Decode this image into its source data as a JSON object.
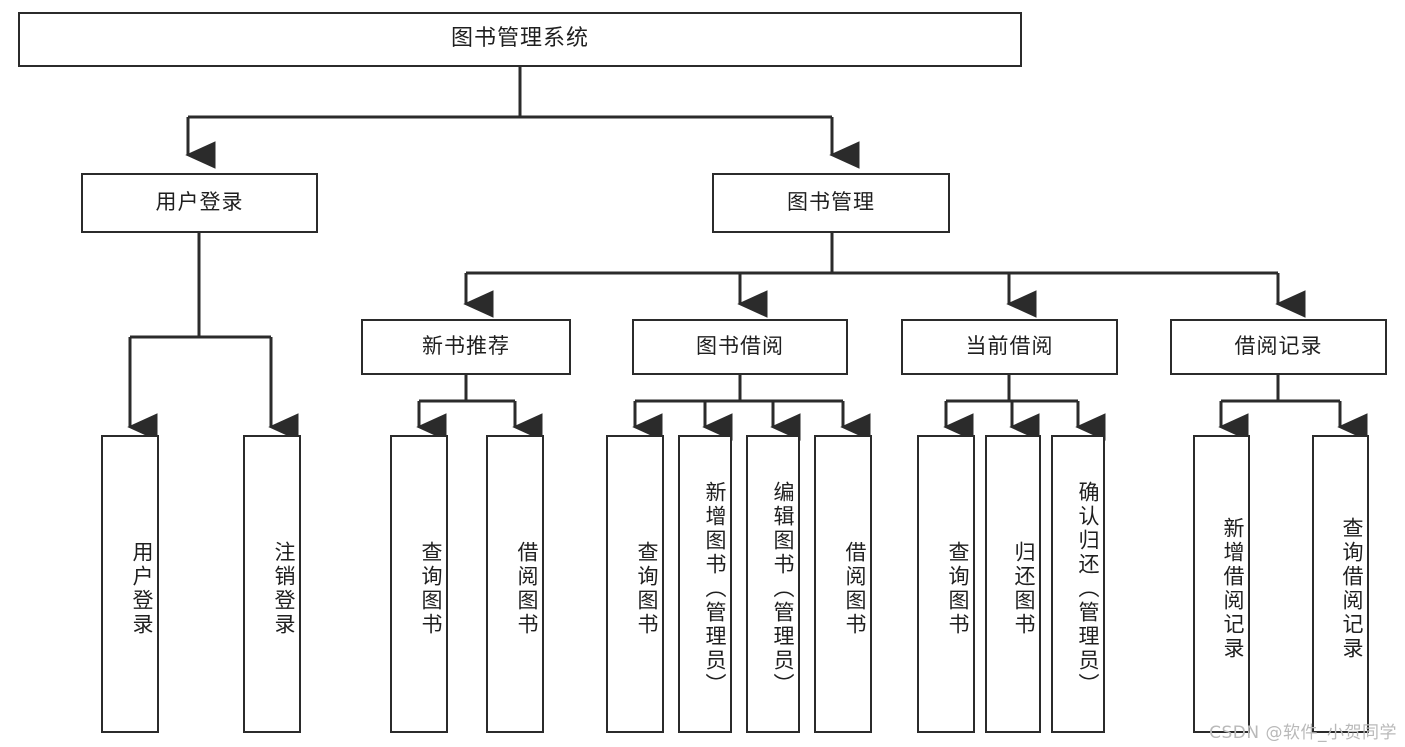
{
  "diagram": {
    "title": "图书管理系统",
    "type": "tree-hierarchy",
    "stroke_color": "#2b2b2b",
    "fill_color": "#ffffff",
    "text_color": "#1f1f1f",
    "root": {
      "label": "图书管理系统"
    },
    "level2": [
      {
        "id": "user-login",
        "label": "用户登录"
      },
      {
        "id": "book-management",
        "label": "图书管理"
      }
    ],
    "level3": [
      {
        "id": "new-book-recommend",
        "label": "新书推荐",
        "parent": "book-management"
      },
      {
        "id": "book-borrow",
        "label": "图书借阅",
        "parent": "book-management"
      },
      {
        "id": "current-borrow",
        "label": "当前借阅",
        "parent": "book-management"
      },
      {
        "id": "borrow-record",
        "label": "借阅记录",
        "parent": "book-management"
      }
    ],
    "leaves": [
      {
        "id": "leaf-user-login",
        "label": "用户登录",
        "parent": "user-login"
      },
      {
        "id": "leaf-logout-login",
        "label": "注销登录",
        "parent": "user-login"
      },
      {
        "id": "leaf-query-book-1",
        "label": "查询图书",
        "parent": "new-book-recommend"
      },
      {
        "id": "leaf-borrow-book-1",
        "label": "借阅图书",
        "parent": "new-book-recommend"
      },
      {
        "id": "leaf-query-book-2",
        "label": "查询图书",
        "parent": "book-borrow"
      },
      {
        "id": "leaf-add-book",
        "label": "新增图书（管理员）",
        "parent": "book-borrow"
      },
      {
        "id": "leaf-edit-book",
        "label": "编辑图书（管理员）",
        "parent": "book-borrow"
      },
      {
        "id": "leaf-borrow-book-2",
        "label": "借阅图书",
        "parent": "book-borrow"
      },
      {
        "id": "leaf-query-book-3",
        "label": "查询图书",
        "parent": "current-borrow"
      },
      {
        "id": "leaf-return-book",
        "label": "归还图书",
        "parent": "current-borrow"
      },
      {
        "id": "leaf-confirm-return",
        "label": "确认归还（管理员）",
        "parent": "current-borrow"
      },
      {
        "id": "leaf-add-record",
        "label": "新增借阅记录",
        "parent": "borrow-record"
      },
      {
        "id": "leaf-query-record",
        "label": "查询借阅记录",
        "parent": "borrow-record"
      }
    ]
  },
  "watermark": {
    "text": "CSDN @软件_小贺同学"
  }
}
